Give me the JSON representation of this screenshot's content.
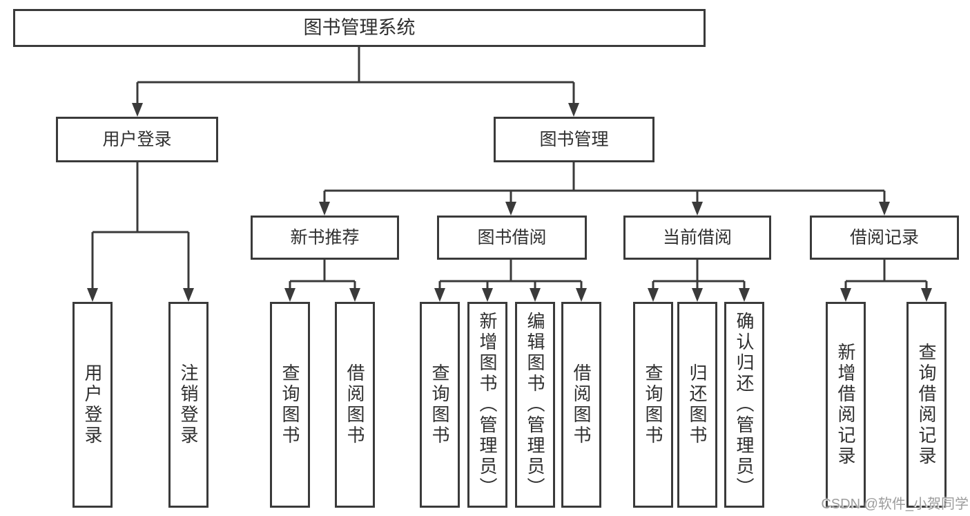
{
  "diagram": {
    "root": {
      "label": "图书管理系统"
    },
    "branches": [
      {
        "label": "用户登录",
        "children": [
          "用户登录",
          "注销登录"
        ]
      },
      {
        "label": "图书管理",
        "groups": [
          {
            "label": "新书推荐",
            "children": [
              "查询图书",
              "借阅图书"
            ]
          },
          {
            "label": "图书借阅",
            "children": [
              "查询图书",
              "新增图书（管理员）",
              "编辑图书（管理员）",
              "借阅图书"
            ]
          },
          {
            "label": "当前借阅",
            "children": [
              "查询图书",
              "归还图书",
              "确认归还（管理员）"
            ]
          },
          {
            "label": "借阅记录",
            "children": [
              "新增借阅记录",
              "查询借阅记录"
            ]
          }
        ]
      }
    ]
  },
  "watermark": {
    "text": "CSDN @软件_小贺同学"
  },
  "colors": {
    "line": "#3a3a3a",
    "text": "#2f2f2f",
    "watermark": "#9c9c9c",
    "background": "#ffffff"
  }
}
